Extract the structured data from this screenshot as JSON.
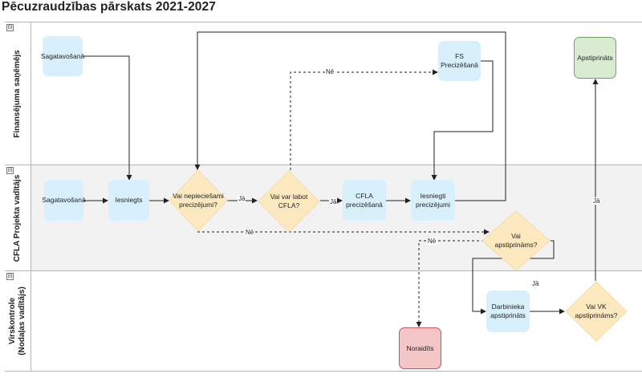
{
  "title": "Pēcuzraudzības pārskats 2021-2027",
  "lanes": {
    "finansejuma": {
      "label": "Finansējuma saņēmējs",
      "toggle": "⊟"
    },
    "cfla": {
      "label": "CFLA Projekta vadītājs",
      "toggle": "⊟"
    },
    "virskontrole": {
      "label_line1": "Virskontrole",
      "label_line2": "(Nodaļas vadītājs)",
      "toggle": "⊟"
    }
  },
  "nodes": {
    "fs_sagatavosana": "Sagatavošanā",
    "fs_precizesana": "FS\nPrecizēšanā",
    "apstiprinats": "Apstiprināts",
    "cfla_sagatavosana": "Sagatavošanā",
    "iesniegts": "Iesniegts",
    "vai_nepieciesami": "Vai nepieciešami\nprecizējumi?",
    "vai_var_labot": "Vai var labot\nCFLA?",
    "cfla_precizesana": "CFLA\nprecizēšanā",
    "iesniegti_precizejumi": "Iesniegti\nprecizējumi",
    "vai_apstiprinams": "Vai\napstiprināms?",
    "darbinieka_apstiprinats": "Darbinieka\napstiprināts",
    "vai_vk_apstiprinams": "Vai VK\napstiprināms?",
    "noraidits": "Noraidīts"
  },
  "edge_labels": {
    "ne_top": "Nē",
    "ja_1": "Jā",
    "ja_2": "Jā",
    "ne_bottom": "Nē",
    "ne_right": "Nē",
    "ja_down": "Jā",
    "ja_up": "Jā"
  },
  "colors": {
    "process_fill": "#d8f0fb",
    "decision_fill": "#fde9bf",
    "approved_fill": "#d9ecd2",
    "rejected_fill": "#f5c6c8",
    "lane_alt": "#f2f2f2"
  }
}
